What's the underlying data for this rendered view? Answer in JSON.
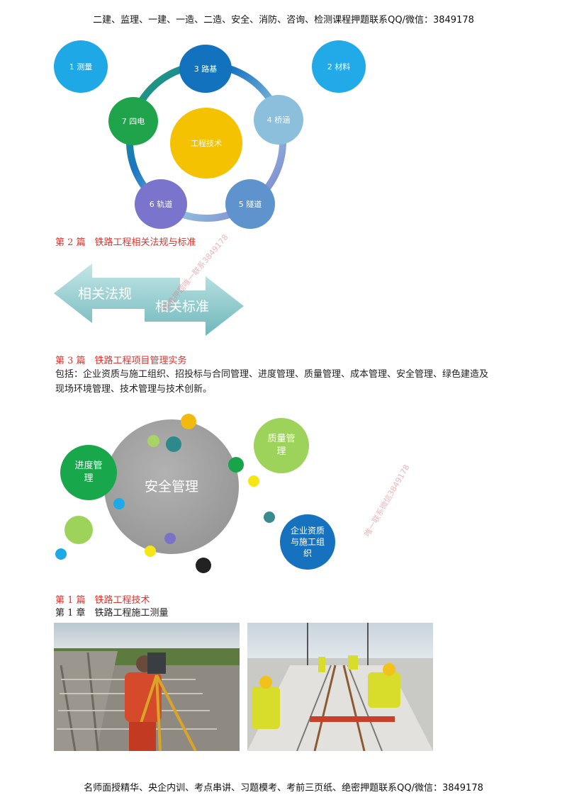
{
  "header": {
    "text": "二建、监理、一建、一造、二造、安全、消防、咨询、检测课程押题联系QQ/微信：3849178"
  },
  "diagram1": {
    "center": "工程技术",
    "nodes": [
      {
        "label": "1 测量",
        "color": "#1fa8e6"
      },
      {
        "label": "2 材料",
        "color": "#21a9e8"
      },
      {
        "label": "3 路基",
        "color": "#1372bd"
      },
      {
        "label": "4 桥涵",
        "color": "#8bbfdc"
      },
      {
        "label": "5 隧道",
        "color": "#5e93ce"
      },
      {
        "label": "6 轨道",
        "color": "#7b74cc"
      },
      {
        "label": "7 四电",
        "color": "#1fa44c"
      }
    ],
    "center_color": "#f4c200"
  },
  "section2": {
    "title": "第 2 篇　铁路工程相关法规与标准"
  },
  "arrows": {
    "left": "相关法规",
    "right": "相关标准"
  },
  "section3": {
    "title": "第 3 篇　铁路工程项目管理实务",
    "body_line1": "包括：企业资质与施工组织、招投标与合同管理、进度管理、质量管理、成本管理、安全管理、绿色建造及",
    "body_line2": "现场环境管理、技术管理与技术创新。"
  },
  "diagram2": {
    "main": "安全管理",
    "progress": "进度管理",
    "quality": "质量管理",
    "company": "企业资质与施工组织"
  },
  "section1": {
    "title": "第 1 篇　铁路工程技术",
    "chapter": "第 1 章　铁路工程施工测量"
  },
  "watermarks": {
    "wm1": "精准押题唯一联系3849178",
    "wm2": "唯一联系微信3849178"
  },
  "footer": {
    "text": "名师面授精华、央企内训、考点串讲、习题模考、考前三页纸、绝密押题联系QQ/微信：3849178"
  }
}
